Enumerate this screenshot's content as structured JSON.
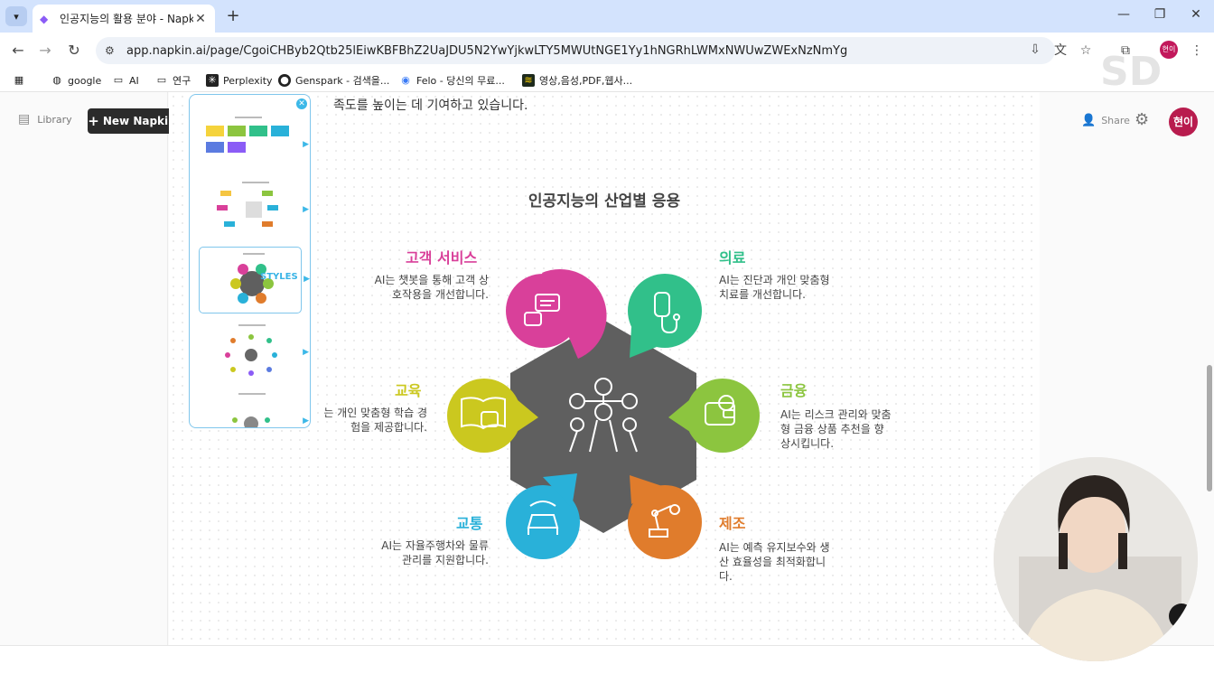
{
  "browser": {
    "tab": {
      "title": "인공지능의 활용 분야 - Napkin",
      "close": "✕"
    },
    "new_tab": "+",
    "url": "app.napkin.ai/page/CgoiCHByb2Qtb25lEiwKBFBhZ2UaJDU5N2YwYjkwLTY5MWUtNGE1Yy1hNGRhLWMxNWUwZWExNzNmYg",
    "profile": "현이",
    "bookmarks": [
      {
        "label": "google",
        "icon": "globe-icon"
      },
      {
        "label": "AI",
        "icon": "folder-icon"
      },
      {
        "label": "연구",
        "icon": "folder-icon"
      },
      {
        "label": "Perplexity",
        "icon": "perplexity-icon"
      },
      {
        "label": "Genspark - 검색을...",
        "icon": "genspark-icon"
      },
      {
        "label": "Felo - 당신의 무료...",
        "icon": "felo-icon"
      },
      {
        "label": "영상,음성,PDF,웹사...",
        "icon": "lilys-icon"
      }
    ]
  },
  "app": {
    "library_label": "Library",
    "new_napkin_label": "New Napkin",
    "share_label": "Share",
    "user_initials": "현이",
    "previous_text": "족도를 높이는 데 기여하고 있습니다.",
    "styles_label": "STYLES"
  },
  "diagram": {
    "title": "인공지능의 산업별 응용",
    "sections": [
      {
        "key": "customer_service",
        "title": "고객 서비스",
        "desc": "AI는 챗봇을 통해 고객 상호작용을 개선합니다.",
        "desc_lines": [
          "AI는 챗봇을 통해 고객 상",
          "호작용을 개선합니다."
        ],
        "color": "#d9409a",
        "icon": "chatbot-icon"
      },
      {
        "key": "medical",
        "title": "의료",
        "desc": "AI는 진단과 개인 맞춤형 치료를 개선합니다.",
        "desc_lines": [
          "AI는 진단과 개인 맞춤형",
          "치료를 개선합니다."
        ],
        "color": "#31c08a",
        "icon": "stethoscope-icon"
      },
      {
        "key": "education",
        "title": "교육",
        "desc": "는 개인 맞춤형 학습 경험을 제공합니다.",
        "desc_lines": [
          "는 개인 맞춤형 학습 경",
          "험을 제공합니다."
        ],
        "color": "#cbc81f",
        "icon": "book-robot-icon"
      },
      {
        "key": "finance",
        "title": "금융",
        "desc": "AI는 리스크 관리와 맞춤형 금융 상품 추천을 향상시킵니다.",
        "desc_lines": [
          "AI는 리스크 관리와 맞춤",
          "형 금융 상품 추천을 향",
          "상시킵니다."
        ],
        "color": "#8cc53f",
        "icon": "wallet-icon"
      },
      {
        "key": "transport",
        "title": "교통",
        "desc": "AI는 자율주행차와 물류 관리를 지원합니다.",
        "desc_lines": [
          "AI는 자율주행차와 물류",
          "관리를 지원합니다."
        ],
        "color": "#29b1d9",
        "icon": "car-icon"
      },
      {
        "key": "manufacturing",
        "title": "제조",
        "desc": "AI는 예측 유지보수와 생산 효율성을 최적화합니다.",
        "desc_lines": [
          "AI는 예측 유지보수와 생",
          "산 효율성을 최적화합니",
          "다."
        ],
        "color": "#e07c2c",
        "icon": "robot-arm-icon"
      }
    ],
    "center_color": "#5f5f5f",
    "center_icon": "atomium-icon"
  }
}
